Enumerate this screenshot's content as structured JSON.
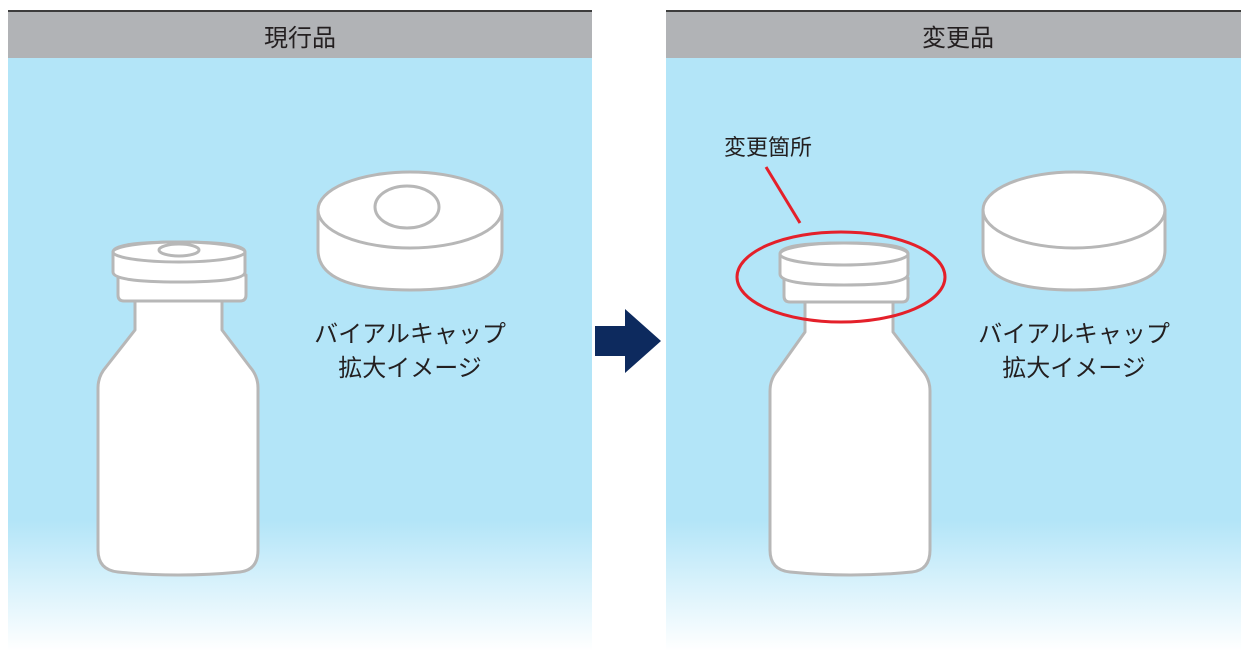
{
  "left_panel": {
    "title": "現行品",
    "cap_label_line1": "バイアルキャップ",
    "cap_label_line2": "拡大イメージ"
  },
  "right_panel": {
    "title": "変更品",
    "cap_label_line1": "バイアルキャップ",
    "cap_label_line2": "拡大イメージ",
    "change_callout": "変更箇所"
  },
  "colors": {
    "header_bg": "#b1b3b6",
    "panel_bg": "#b3e5f8",
    "arrow": "#0d2a5e",
    "highlight": "#e4202a",
    "outline": "#b7b7b7"
  }
}
